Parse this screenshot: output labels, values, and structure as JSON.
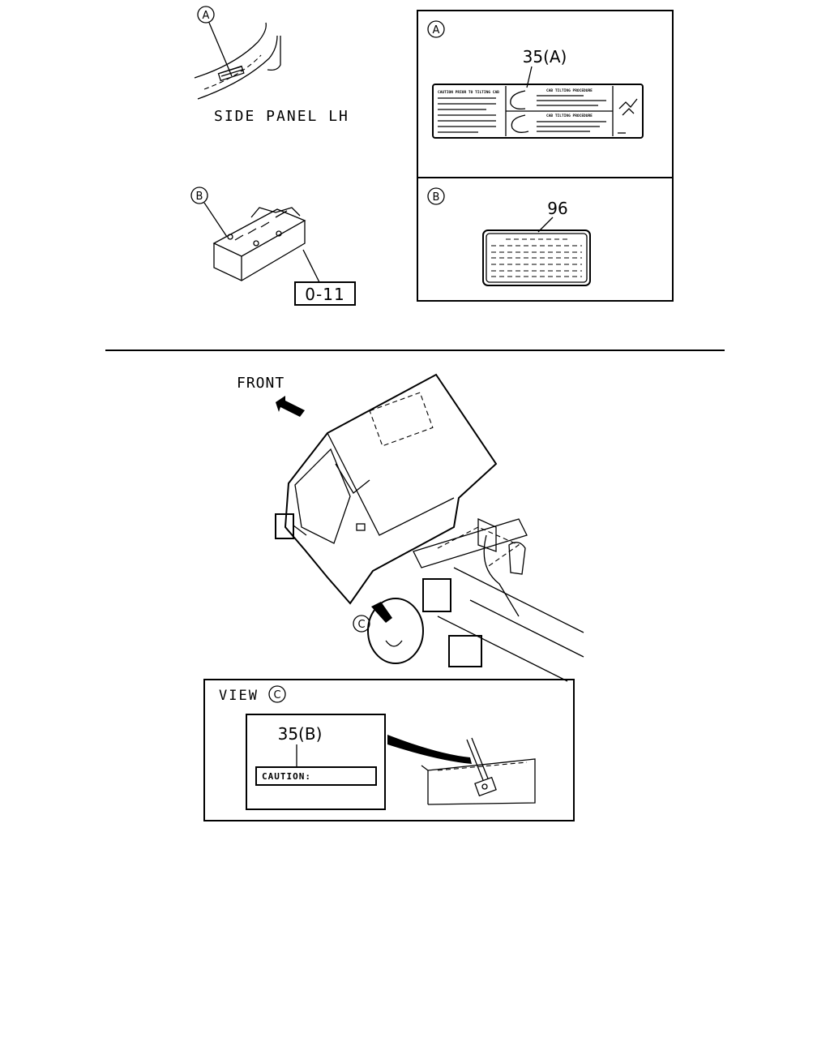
{
  "top_left": {
    "callout_a": "A",
    "side_panel_label": "SIDE PANEL LH",
    "callout_b": "B",
    "ref_box": "0-11"
  },
  "top_right": {
    "panel_a": {
      "circle_label": "A",
      "part_number": "35(A)",
      "decal_left_heading": "CAUTION PRIOR TO TILTING CAB",
      "decal_right_heading_1": "CAB TILTING PROCEDURE",
      "decal_right_heading_2": "CAB TILTING PROCEDURE"
    },
    "panel_b": {
      "circle_label": "B",
      "part_number": "96"
    }
  },
  "truck_view": {
    "front_label": "FRONT",
    "callout_c": "C"
  },
  "view_c": {
    "title": "VIEW",
    "circle_label": "C",
    "part_number": "35(B)",
    "caution_text": "CAUTION:"
  }
}
